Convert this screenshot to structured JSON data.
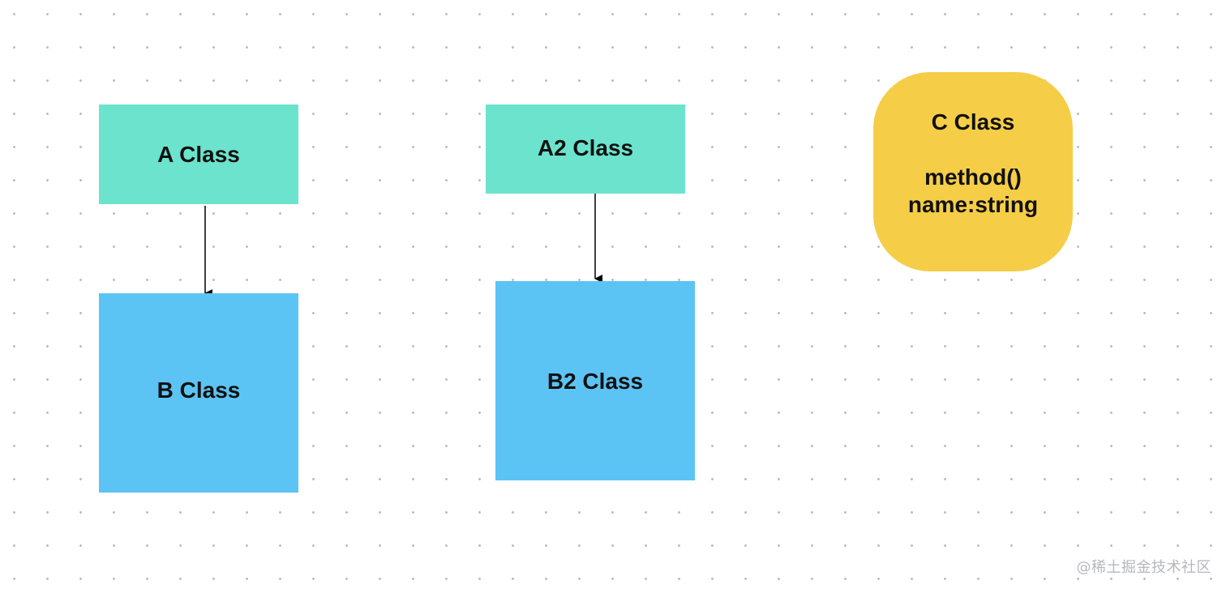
{
  "nodes": {
    "a": {
      "label": "A Class",
      "color": "#6ce3cd"
    },
    "b": {
      "label": "B Class",
      "color": "#5bc4f5"
    },
    "a2": {
      "label": "A2 Class",
      "color": "#6ce3cd"
    },
    "b2": {
      "label": "B2 Class",
      "color": "#5bc4f5"
    },
    "c": {
      "title": "C Class",
      "members": [
        "method()",
        "name:string"
      ],
      "color": "#f5cd47"
    }
  },
  "edges": [
    {
      "from": "A Class",
      "to": "B Class"
    },
    {
      "from": "A2 Class",
      "to": "B2 Class"
    }
  ],
  "watermark": "@稀土掘金技术社区"
}
